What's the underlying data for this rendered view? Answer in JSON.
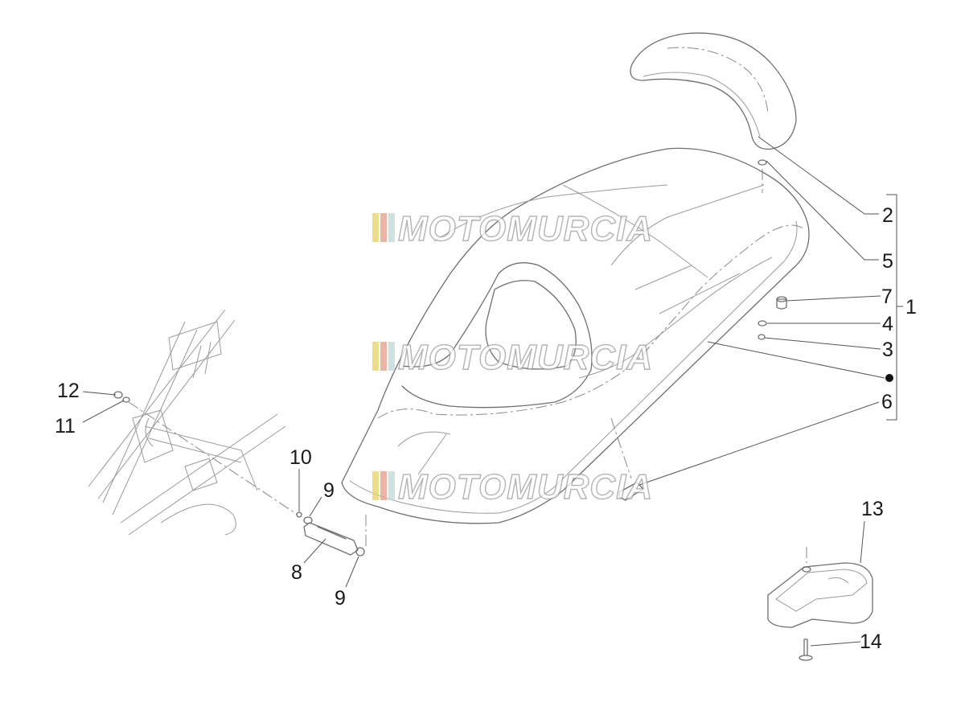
{
  "watermark": {
    "text": "MOTOMURCIA",
    "stripe_colors": [
      "#e8d36a",
      "#e8a090",
      "#c7d8d8"
    ]
  },
  "callouts": {
    "c1": "1",
    "c2": "2",
    "c3": "3",
    "c4": "4",
    "c5": "5",
    "c6": "6",
    "c7": "7",
    "c8": "8",
    "c9a": "9",
    "c9b": "9",
    "c10": "10",
    "c11": "11",
    "c12": "12",
    "c13": "13",
    "c14": "14"
  },
  "colors": {
    "line": "#6f6f6f",
    "text": "#1a1a1a",
    "background": "#ffffff"
  }
}
